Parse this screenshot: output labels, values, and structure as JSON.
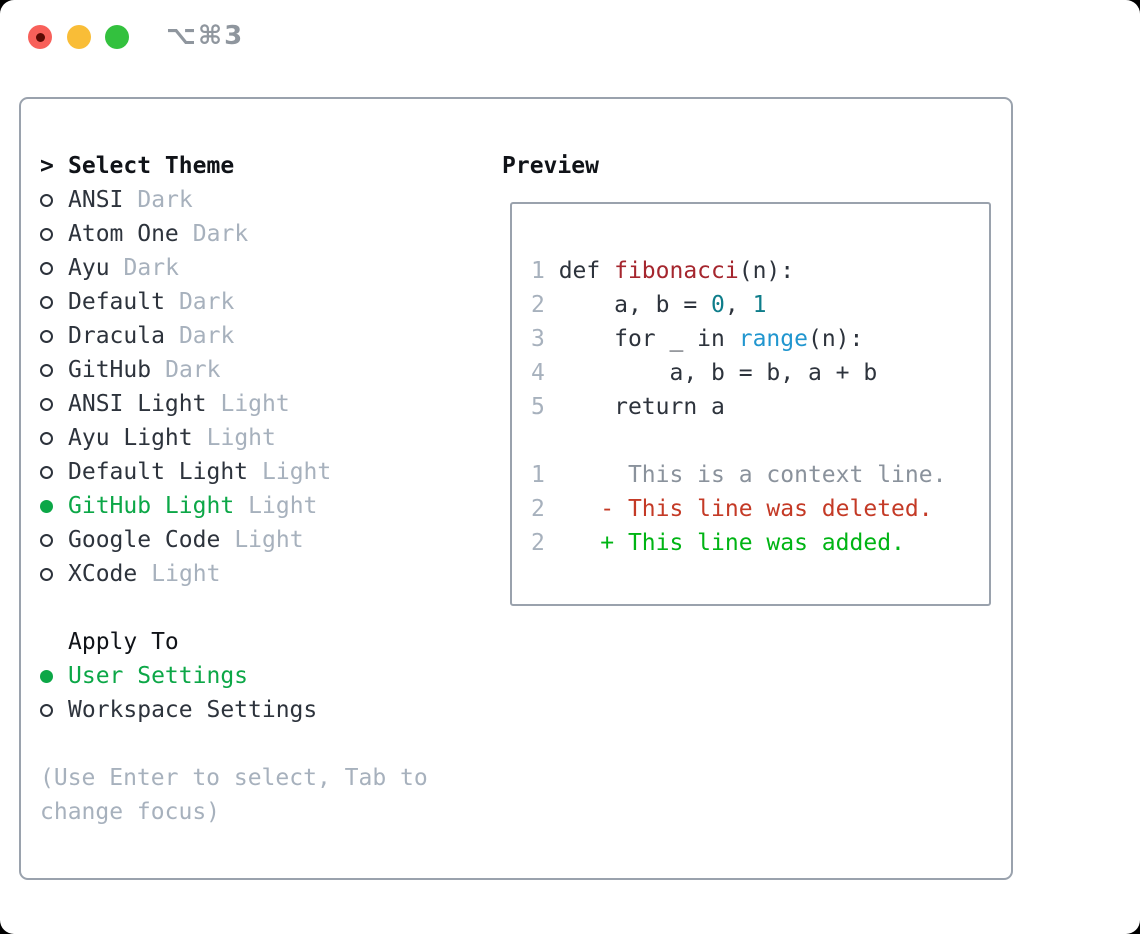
{
  "window": {
    "title": "⌥⌘3"
  },
  "colors": {
    "fg": "#2d333c",
    "heading": "#101318",
    "ln": "#a7b1bd",
    "ctx": "#8a929c",
    "func": "#a5262e",
    "numlit": "#0e7d8a",
    "call": "#2196cf",
    "del": "#c43a26",
    "add": "#00b414",
    "green": "#0ca747",
    "border": "#9aa2ad",
    "title": "#8f969e",
    "tl_red": "#f8605a",
    "tl_red_dot": "#5c0b05",
    "tl_yellow": "#f9bd37",
    "tl_green": "#33c13e"
  },
  "theme_picker": {
    "header": {
      "marker": ">",
      "label": "Select Theme"
    },
    "themes": [
      {
        "name": "ANSI",
        "variant": "Dark",
        "selected": false
      },
      {
        "name": "Atom One",
        "variant": "Dark",
        "selected": false
      },
      {
        "name": "Ayu",
        "variant": "Dark",
        "selected": false
      },
      {
        "name": "Default",
        "variant": "Dark",
        "selected": false
      },
      {
        "name": "Dracula",
        "variant": "Dark",
        "selected": false
      },
      {
        "name": "GitHub",
        "variant": "Dark",
        "selected": false
      },
      {
        "name": "ANSI Light",
        "variant": "Light",
        "selected": false
      },
      {
        "name": "Ayu Light",
        "variant": "Light",
        "selected": false
      },
      {
        "name": "Default Light",
        "variant": "Light",
        "selected": false
      },
      {
        "name": "GitHub Light",
        "variant": "Light",
        "selected": true
      },
      {
        "name": "Google Code",
        "variant": "Light",
        "selected": false
      },
      {
        "name": "XCode",
        "variant": "Light",
        "selected": false
      }
    ],
    "apply_to": {
      "label": "Apply To",
      "options": [
        {
          "name": "User Settings",
          "selected": true
        },
        {
          "name": "Workspace Settings",
          "selected": false
        }
      ]
    },
    "hint_lines": [
      "(Use Enter to select, Tab to",
      "change focus)"
    ]
  },
  "preview": {
    "title": "Preview",
    "code_lines": [
      [
        {
          "t": "1 ",
          "c": "ln"
        },
        {
          "t": "def ",
          "c": "fg"
        },
        {
          "t": "fibonacci",
          "c": "func"
        },
        {
          "t": "(n):",
          "c": "fg"
        }
      ],
      [
        {
          "t": "2 ",
          "c": "ln"
        },
        {
          "t": "    a, b = ",
          "c": "fg"
        },
        {
          "t": "0",
          "c": "numlit"
        },
        {
          "t": ", ",
          "c": "fg"
        },
        {
          "t": "1",
          "c": "numlit"
        }
      ],
      [
        {
          "t": "3 ",
          "c": "ln"
        },
        {
          "t": "    for _ in ",
          "c": "fg"
        },
        {
          "t": "range",
          "c": "call"
        },
        {
          "t": "(n):",
          "c": "fg"
        }
      ],
      [
        {
          "t": "4 ",
          "c": "ln"
        },
        {
          "t": "        a, b = b, a + b",
          "c": "fg"
        }
      ],
      [
        {
          "t": "5 ",
          "c": "ln"
        },
        {
          "t": "    return a",
          "c": "fg"
        }
      ],
      [],
      [
        {
          "t": "1",
          "c": "ln"
        },
        {
          "t": "      This is a context line.",
          "c": "ctx"
        }
      ],
      [
        {
          "t": "2",
          "c": "ln"
        },
        {
          "t": "    - This line was deleted.",
          "c": "del"
        }
      ],
      [
        {
          "t": "2",
          "c": "ln"
        },
        {
          "t": "    + This line was added.",
          "c": "add"
        }
      ]
    ]
  }
}
